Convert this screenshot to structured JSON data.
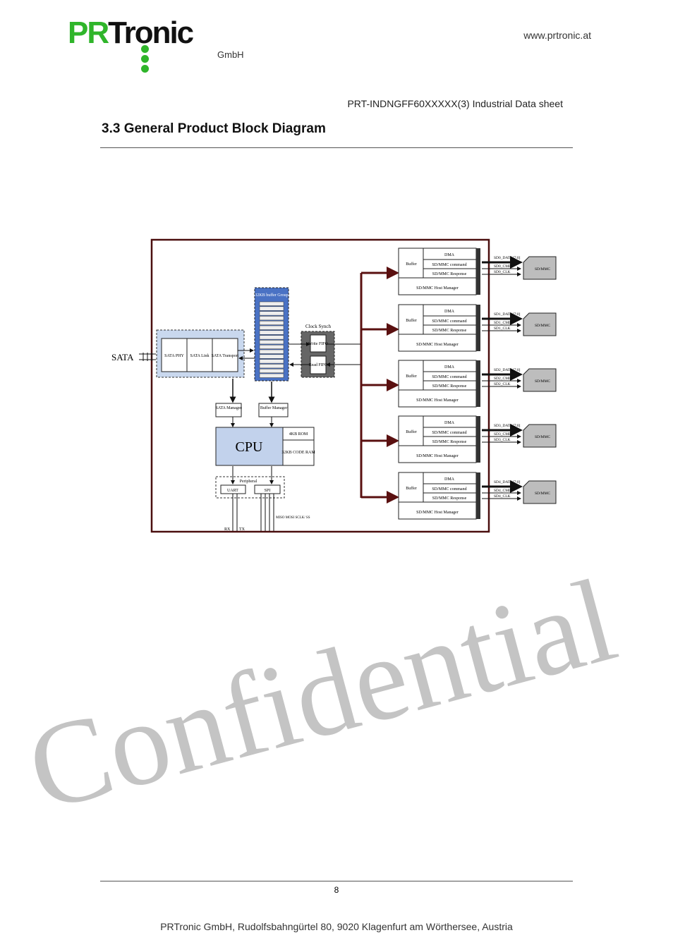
{
  "header": {
    "logo_pr": "PR",
    "logo_tronic": "Tronic",
    "logo_gmbh": "GmbH",
    "website": "www.prtronic.at",
    "doc_title": "PRT-INDNGFF60XXXXX(3) Industrial Data sheet"
  },
  "section_heading": "3.3 General Product Block Diagram",
  "diagram": {
    "sata_label": "SATA",
    "sata_blocks": [
      "SATA PHY",
      "SATA Link",
      "SATA Transport"
    ],
    "buffer_group": "32KB buffer Group",
    "clock_synch": "Clock Synch",
    "write_fifo": "Write FIFO",
    "read_fifo": "Read FIFO",
    "sata_manager": "SATA Manager",
    "buffer_manager": "Buffer Manager",
    "cpu": "CPU",
    "rom": "4KB ROM",
    "code_ram": "32KB CODE RAM",
    "peripheral": "Peripheral",
    "uart": "UART",
    "spi": "SPI",
    "rx": "RX",
    "tx": "TX",
    "spi_signals": "MISO MOSI SCLK/ SS",
    "channel": {
      "buffer": "Buffer",
      "dma": "DMA",
      "command": "SD/MMC command",
      "response": "SD/MMC Response",
      "host_manager": "SD/MMC Host Manager",
      "card": "SD/MMC"
    },
    "channels": [
      {
        "data": "SD0_DATA[7:0]",
        "cmd": "SD0_CMD",
        "clk": "SD0_CLK"
      },
      {
        "data": "SD1_DATA[7:0]",
        "cmd": "SD1_CMD",
        "clk": "SD1_CLK"
      },
      {
        "data": "SD2_DATA[7:0]",
        "cmd": "SD2_CMD",
        "clk": "SD2_CLK"
      },
      {
        "data": "SD3_DATA[7:0]",
        "cmd": "SD3_CMD",
        "clk": "SD3_CLK"
      },
      {
        "data": "SD4_DATA[7:0]",
        "cmd": "SD4_CMD",
        "clk": "SD4_CLK"
      }
    ]
  },
  "watermark": "Confidential",
  "footer": {
    "page_number": "8",
    "address": "PRTronic GmbH, Rudolfsbahngürtel 80, 9020 Klagenfurt am Wörthersee, Austria"
  }
}
